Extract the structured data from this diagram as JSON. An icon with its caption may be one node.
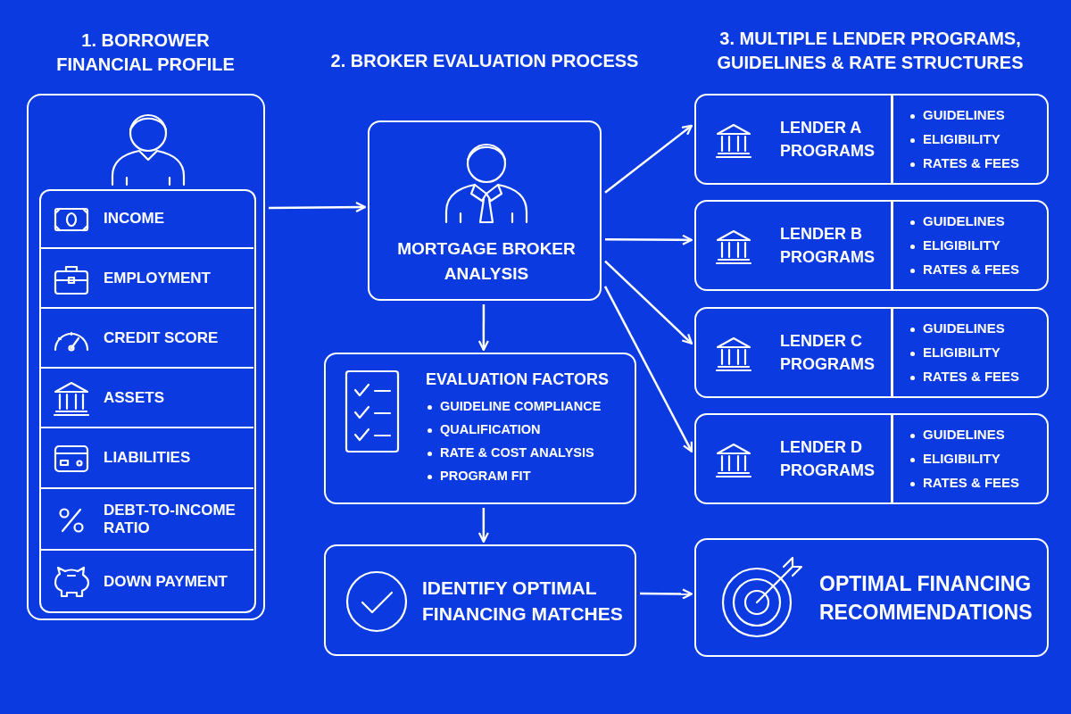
{
  "diagram": {
    "nodes": [
      {
        "text": [],
        "shape": "box"
      },
      {
        "text": [],
        "shape": "box",
        "in": 0
      },
      {
        "text": [
          "INCOME"
        ],
        "in": 1
      },
      {
        "text": [
          "EMPLOYMENT"
        ],
        "in": 1
      },
      {
        "text": [
          "CREDIT SCORE"
        ],
        "in": 1
      },
      {
        "text": [
          "ASSETS"
        ],
        "in": 1
      },
      {
        "text": [
          "LIABILITIES"
        ],
        "in": 1
      },
      {
        "text": [
          "DEBT-TO-INCOME RATIO"
        ],
        "in": 1
      },
      {
        "text": [
          "DOWN PAYMENT"
        ],
        "in": 1
      },
      {
        "text": [
          "MORTGAGE BROKER ANALYSIS"
        ]
      },
      {
        "text": [
          "EVALUATION FACTORS",
          "GUIDELINE COMPLIANCE",
          "QUALIFICATION",
          "RATE & COST ANALYSIS",
          "PROGRAM FIT"
        ]
      },
      {
        "text": [
          "IDENTIFY OPTIMAL FINANCING MATCHES"
        ]
      },
      {
        "text": [
          "LENDER A PROGRAMS",
          "GUIDELINES",
          "ELIGIBILITY",
          "RATES & FEES"
        ]
      },
      {
        "text": [
          "LENDER B PROGRAMS",
          "GUIDELINES",
          "ELIGIBILITY",
          "RATES & FEES"
        ]
      },
      {
        "text": [
          "LENDER C PROGRAMS",
          "GUIDELINES",
          "ELIGIBILITY",
          "RATES & FEES"
        ]
      },
      {
        "text": [
          "LENDER D PROGRAMS",
          "GUIDELINES",
          "ELIGIBILITY",
          "RATES & FEES"
        ]
      },
      {
        "text": [
          "OPTIMAL FINANCING RECOMMENDATIONS"
        ]
      }
    ],
    "edges": [
      {
        "from": 0,
        "to": 9,
        "arrow": "to"
      },
      {
        "from": 9,
        "to": 10,
        "arrow": "to"
      },
      {
        "from": 10,
        "to": 11,
        "arrow": "to"
      },
      {
        "from": 11,
        "to": 16,
        "arrow": "to"
      },
      {
        "from": 9,
        "to": 12,
        "arrow": "to"
      },
      {
        "from": 9,
        "to": 13,
        "arrow": "to"
      },
      {
        "from": 9,
        "to": 14,
        "arrow": "to"
      },
      {
        "from": 9,
        "to": 15,
        "arrow": "to"
      }
    ],
    "labels": [
      "1. BORROWER FINANCIAL PROFILE",
      "2. BROKER EVALUATION PROCESS",
      "3. MULTIPLE LENDER PROGRAMS, GUIDELINES & RATE STRUCTURES"
    ]
  }
}
